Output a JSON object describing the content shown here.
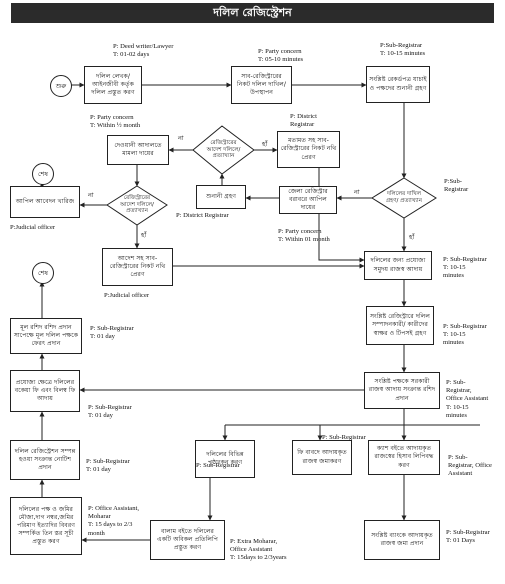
{
  "title": "দলিল রেজিস্ট্রেশন",
  "start_label": "শুরু",
  "end_label_top": "শেষ",
  "end_label_bottom": "শেষ",
  "yes_label": "হাঁ",
  "no_label": "না",
  "boxes": {
    "deed_writer": "দলিল লেখক/ আইনজীবী কর্তৃক দলিল প্রস্তুত করণ",
    "sub_registrar_submit": "সাব-রেজিস্ট্রারের নিকট দলিল দাখিল/ উপস্থাপন",
    "record_check": "সংশ্লিষ্ট রেকর্ডপত্র যাচাই ও পক্ষদের শুনানী গ্রহণ",
    "opinion_forward": "মতামত সহ সাব-রেজিস্ট্রারের নিকট নথি প্রেরণ",
    "civil_court": "দেওয়ানী আদালতে মামলা দায়ের",
    "appeal_dismissed": "আপিল আবেদন খারিজ",
    "hearing": "শুনানী গ্রহণ",
    "district_appeal": "জেলা রেজিস্ট্রার বরাবরে আপিল দায়ের",
    "order_forward": "আদেশ সহ সাব-রেজিস্ট্রারের নিকট নথি প্রেরণ",
    "revenue_payment": "দলিলের জন্য প্রযোজ্য সমুদয় রাজস্ব আদায়",
    "signature_stamp": "সংশ্লিষ্ট রেজিস্ট্রারে দলিল সম্পাদনকারী/ কারীদের স্বাক্ষর ও টিপসই গ্রহণ",
    "receipt_issue": "সংশ্লিষ্ট পক্ষকে সরকারী রাজস্ব আদায় সংক্রান্ত রশিদ প্রদান",
    "original_return": "মূল রশিদ রশিদ প্রদান সাপেক্ষে মূল দলিল পক্ষকে ফেরৎ প্রদান",
    "late_fee": "প্রযোজ্য ক্ষেত্রে দলিলের বকেয়া ফি এবং বিলম্ব ফি আদায়",
    "completion_notice": "দলিল রেজিস্ট্রেশন সম্পন্ন হওয়া সংক্রান্ত নোটিশ প্রদান",
    "summary_entry": "দলিলের পক্ষ ও জমির মৌজা,দাগ নম্বর,জমির পরিমাণ ইত্যাদির বিবরণ সম্পর্কিত তিন স্তর সূচী প্রস্তুত করণ",
    "volume_copy": "বালাম বইতে দলিলের একটি অবিকল প্রতিলিপি প্রস্তুত করণ",
    "sections_approve": "দলিলের বিভিন্ন পৃষ্ঠাংকন করণ",
    "fee_deposit": "ফি বাবদে আদায়কৃত রাজস্ব জমাকরণ",
    "cash_book": "ক্যাশ বইতে আদায়কৃত রাজস্বের হিসাব লিপিবদ্ধ করণ",
    "bank_deposit": "সংশ্লিষ্ট ব্যাংকে আদায়কৃত রাজস্ব জমা প্রদান"
  },
  "decisions": {
    "registrar_order": "রেজিস্ট্রারের আদেশ দলিলে/প্রত্যাখ্যান",
    "registrar_order2": "রেজিস্ট্রারের আদেশ দলিলে/প্রত্যাখ্যান",
    "accept_reject": "দলিলের দাখিল গ্রহণ/ প্রত্যাখ্যান"
  },
  "notes": {
    "deed_writer": [
      "P: Deed writer/Lawyer",
      "T: 01-02 days"
    ],
    "party_concern_top": [
      "P: Party concern",
      "T: 05-10 minutes"
    ],
    "sub_registrar_top": [
      "P:Sub-Registrar",
      "T: 10-15 minutes"
    ],
    "party_concern_left": [
      "P: Party concern",
      "T: Within ½ month"
    ],
    "district_registrar_top": [
      "P: District",
      "Registrar"
    ],
    "sub_registrar_decision": [
      "P:Sub-",
      "Registrar"
    ],
    "judicial_officer_left": [
      "P:Judicial officer"
    ],
    "district_registrar_hearing": [
      "P: District Registrar"
    ],
    "party_concern_appeal": [
      "P: Party concern",
      "T: Within 01 month"
    ],
    "judicial_officer_order": [
      "P:Judicial officer"
    ],
    "sub_registrar_revenue": [
      "P: Sub-Registrar",
      "T: 10-15",
      "minutes"
    ],
    "sub_registrar_return": [
      "P: Sub-Registrar",
      "T: 01 day"
    ],
    "sub_registrar_sign": [
      "P: Sub-Registrar",
      "T: 10-15",
      "minutes"
    ],
    "sub_registrar_receipt": [
      "P: Sub-",
      "Registrar,",
      "Office Assistant",
      "T: 10-15",
      "minutes"
    ],
    "sub_registrar_latefee": [
      "P: Sub-Registrar",
      "T: 01 day"
    ],
    "sub_registrar_sections": [
      "P: Sub-Registrar"
    ],
    "sub_registrar_mid": [
      "P: Sub-Registrar"
    ],
    "sub_registrar_cash": [
      "P: Sub-",
      "Registrar, Office",
      "Assistant"
    ],
    "sub_registrar_notice": [
      "P: Sub-Registrar",
      "T: 01 day"
    ],
    "office_assistant_moharar": [
      "P: Office Assistant,",
      "Moharar",
      "T: 15 days to 2/3",
      "month"
    ],
    "extra_moharar": [
      "P: Extra Moharar,",
      "Office Assistant",
      "T: 15days to 2/3years"
    ],
    "sub_registrar_bank": [
      "P: Sub-Registrar",
      "T: 01 Days"
    ]
  }
}
